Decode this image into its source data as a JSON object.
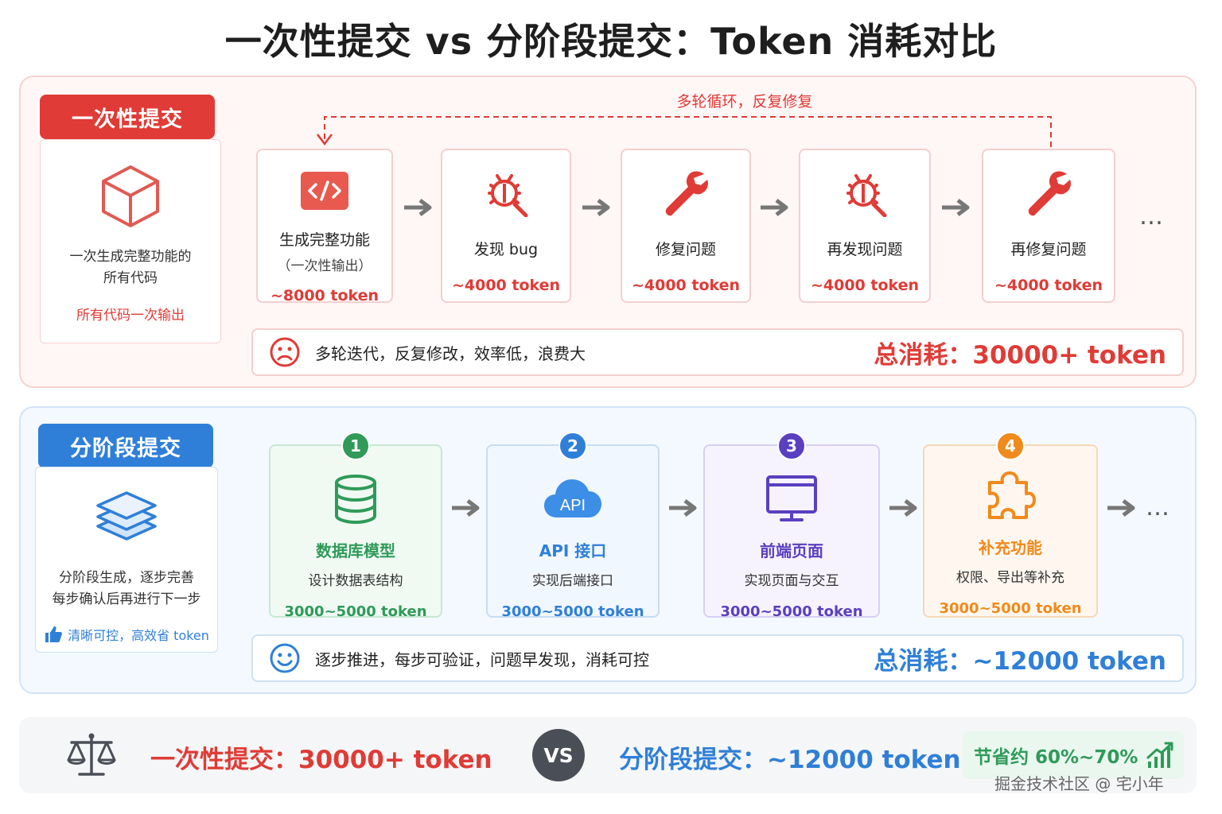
{
  "title": "一次性提交 vs 分阶段提交：Token 消耗对比",
  "colors": {
    "red": "#e03b36",
    "blue": "#2f7fd8",
    "green": "#2f9a59",
    "purple": "#5a3fc0",
    "orange": "#f08a1c"
  },
  "once": {
    "tag": "一次性提交",
    "side_desc_1": "一次生成完整功能的",
    "side_desc_2": "所有代码",
    "side_note": "所有代码一次输出",
    "loop_label": "多轮循环，反复修复",
    "steps": [
      {
        "label": "生成完整功能",
        "sub": "（一次性输出）",
        "token": "~8000 token",
        "icon": "code-icon"
      },
      {
        "label": "发现 bug",
        "sub": "",
        "token": "~4000 token",
        "icon": "bug-icon"
      },
      {
        "label": "修复问题",
        "sub": "",
        "token": "~4000 token",
        "icon": "wrench-icon"
      },
      {
        "label": "再发现问题",
        "sub": "",
        "token": "~4000 token",
        "icon": "bug-icon"
      },
      {
        "label": "再修复问题",
        "sub": "",
        "token": "~4000 token",
        "icon": "wrench-icon"
      }
    ],
    "dots": "…",
    "summary_text": "多轮迭代，反复修改，效率低，浪费大",
    "summary_total": "总消耗：30000+ token"
  },
  "phased": {
    "tag": "分阶段提交",
    "side_desc_1": "分阶段生成，逐步完善",
    "side_desc_2": "每步确认后再进行下一步",
    "side_note": "清晰可控，高效省 token",
    "steps": [
      {
        "num": "1",
        "title": "数据库模型",
        "sub": "设计数据表结构",
        "token": "3000~5000 token",
        "icon": "database-icon"
      },
      {
        "num": "2",
        "title": "API 接口",
        "sub": "实现后端接口",
        "token": "3000~5000 token",
        "icon": "cloud-api-icon",
        "icon_text": "API"
      },
      {
        "num": "3",
        "title": "前端页面",
        "sub": "实现页面与交互",
        "token": "3000~5000 token",
        "icon": "monitor-icon"
      },
      {
        "num": "4",
        "title": "补充功能",
        "sub": "权限、导出等补充",
        "token": "3000~5000 token",
        "icon": "puzzle-icon"
      }
    ],
    "dots": "…",
    "summary_text": "逐步推进，每步可验证，问题早发现，消耗可控",
    "summary_total": "总消耗：~12000 token"
  },
  "compare": {
    "once_total": "一次性提交：30000+ token",
    "vs": "VS",
    "phased_total": "分阶段提交：~12000 token",
    "saving": "节省约 60%~70%"
  },
  "watermark": "掘金技术社区 @ 宅小年"
}
